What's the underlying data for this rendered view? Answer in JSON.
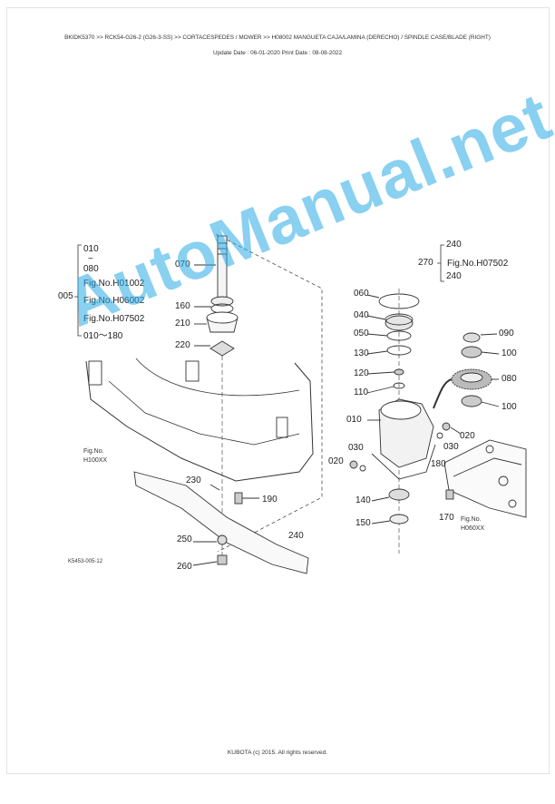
{
  "header": {
    "breadcrumb": "BKIDK5370 >> RCK54-G26-2 (G26-3-SS) >> CORTACESPEDES / MOWER >> H08002   MANGUETA CAJA/LAMINA (DERECHO) / SPINDLE CASE/BLADE (RIGHT)",
    "dates": "Update Date : 06-01-2020   Print Date : 08-08-2022"
  },
  "callouts": {
    "left_group": {
      "start": "010",
      "tilde": "~",
      "end": "080",
      "figs": [
        "Fig.No.H01002",
        "Fig.No.H06002",
        "Fig.No.H07502"
      ],
      "range": "010～180",
      "ref": "005"
    },
    "right_group": {
      "top": "240",
      "fig": "Fig.No.H07502",
      "bottom": "240",
      "ref": "270"
    },
    "parts": {
      "p070": "070",
      "p160": "160",
      "p210": "210",
      "p220": "220",
      "p060": "060",
      "p040": "040",
      "p050": "050",
      "p130": "130",
      "p120": "120",
      "p110": "110",
      "p090": "090",
      "p100a": "100",
      "p080": "080",
      "p100b": "100",
      "p010": "010",
      "p020a": "020",
      "p030a": "030",
      "p020b": "020",
      "p030b": "030",
      "p180": "180",
      "p140": "140",
      "p150": "150",
      "p170": "170",
      "p230": "230",
      "p190": "190",
      "p250": "250",
      "p240": "240",
      "p260": "260"
    },
    "fig_left": {
      "line1": "Fig.No.",
      "line2": "H100XX"
    },
    "fig_right": {
      "line1": "Fig.No.",
      "line2": "H060XX"
    },
    "drawing_code": "K5453-005-12"
  },
  "watermark": "AutoManual.net",
  "footer": "KUBOTA (c) 2015. All rights reserved."
}
